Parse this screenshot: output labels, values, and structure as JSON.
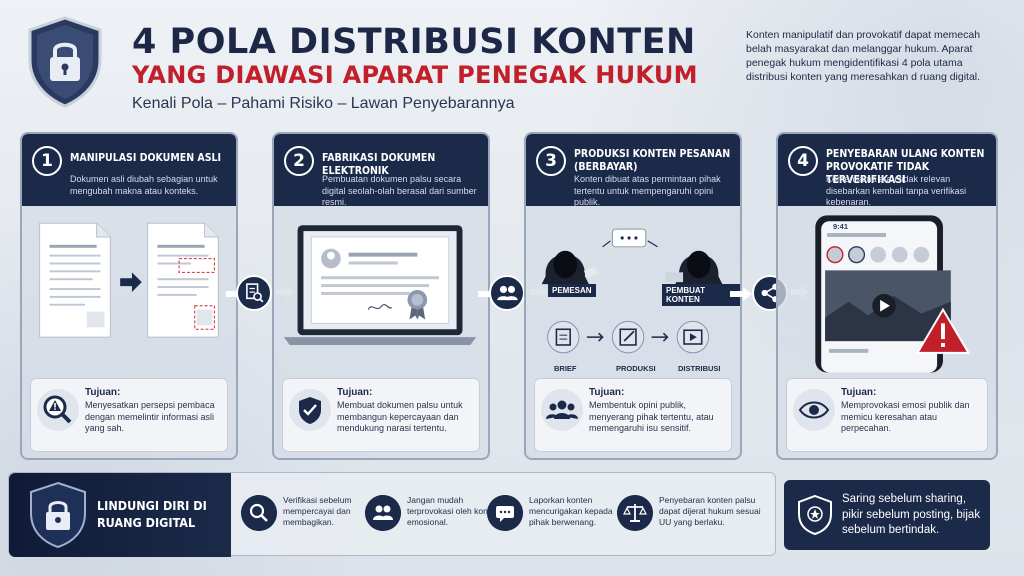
{
  "header": {
    "title_line1": "4 POLA DISTRIBUSI KONTEN",
    "title_line2": "YANG DIAWASI APARAT PENEGAK HUKUM",
    "subtitle": "Kenali Pola – Pahami Risiko – Lawan Penyebarannya",
    "intro": "Konten manipulatif dan provokatif dapat memecah belah masyarakat dan melanggar hukum. Aparat penegak hukum mengidentifikasi 4 pola utama distribusi konten yang meresahkan d ruang digital."
  },
  "cards": [
    {
      "number": "1",
      "title": "MANIPULASI DOKUMEN ASLI",
      "desc": "Dokumen asli diubah sebagian untuk mengubah makna atau konteks.",
      "goal_label": "Tujuan:",
      "goal_text": "Menyesatkan persepsi pembaca dengan memelintir informasi asli yang sah."
    },
    {
      "number": "2",
      "title": "FABRIKASI DOKUMEN ELEKTRONIK",
      "desc": "Pembuatan dokumen palsu secara digital seolah-olah berasal dari sumber resmi.",
      "goal_label": "Tujuan:",
      "goal_text": "Membuat dokumen palsu untuk membangun kepercayaan dan mendukung narasi tertentu."
    },
    {
      "number": "3",
      "title": "PRODUKSI KONTEN PESANAN (BERBAYAR)",
      "desc": "Konten dibuat atas permintaan pihak tertentu untuk mempengaruhi opini publik.",
      "goal_label": "Tujuan:",
      "goal_text": "Membentuk opini publik, menyerang pihak tertentu, atau memengaruhi isu sensitif.",
      "labels": {
        "pemesan": "PEMESAN",
        "pembuat": "PEMBUAT KONTEN",
        "brief": "BRIEF",
        "produksi": "PRODUKSI",
        "distribusi": "DISTRIBUSI"
      }
    },
    {
      "number": "4",
      "title": "PENYEBARAN ULANG KONTEN PROVOKATIF TIDAK TERVERIFIKASI",
      "desc": "Konten lama atau tidak relevan disebarkan kembali tanpa verifikasi kebenaran.",
      "goal_label": "Tujuan:",
      "goal_text": "Memprovokasi emosi publik dan memicu keresahan atau perpecahan.",
      "phone_time": "9:41"
    }
  ],
  "bottom": {
    "title": "LINDUNGI DIRI DI RUANG DIGITAL",
    "tips": [
      {
        "icon": "search-icon",
        "text": "Verifikasi sebelum mempercayai dan membagikan."
      },
      {
        "icon": "users-icon",
        "text": "Jangan mudah terprovokasi oleh konten emosional."
      },
      {
        "icon": "chat-icon",
        "text": "Laporkan konten mencurigakan kepada pihak berwenang."
      },
      {
        "icon": "scales-icon",
        "text": "Penyebaran konten palsu dapat dijerat hukum sesuai UU yang berlaku."
      }
    ],
    "quote": "Saring sebelum sharing, pikir sebelum posting, bijak sebelum bertindak."
  },
  "colors": {
    "navy": "#1c2a4a",
    "red": "#c11f2a",
    "panel": "#d6dce6"
  }
}
